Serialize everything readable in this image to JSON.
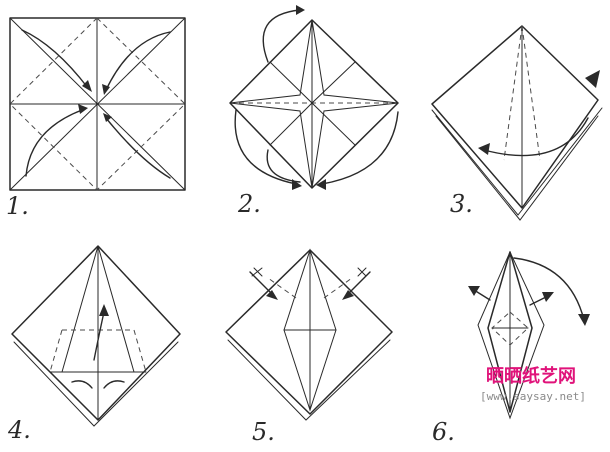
{
  "steps": [
    "1.",
    "2.",
    "3.",
    "4.",
    "5.",
    "6."
  ],
  "watermark": {
    "title": "晒晒纸艺网",
    "url": "[www.saysay.net]"
  },
  "colors": {
    "ink": "#2a2a2a",
    "watermark": "#e0137a",
    "url": "#8a8a8a"
  }
}
